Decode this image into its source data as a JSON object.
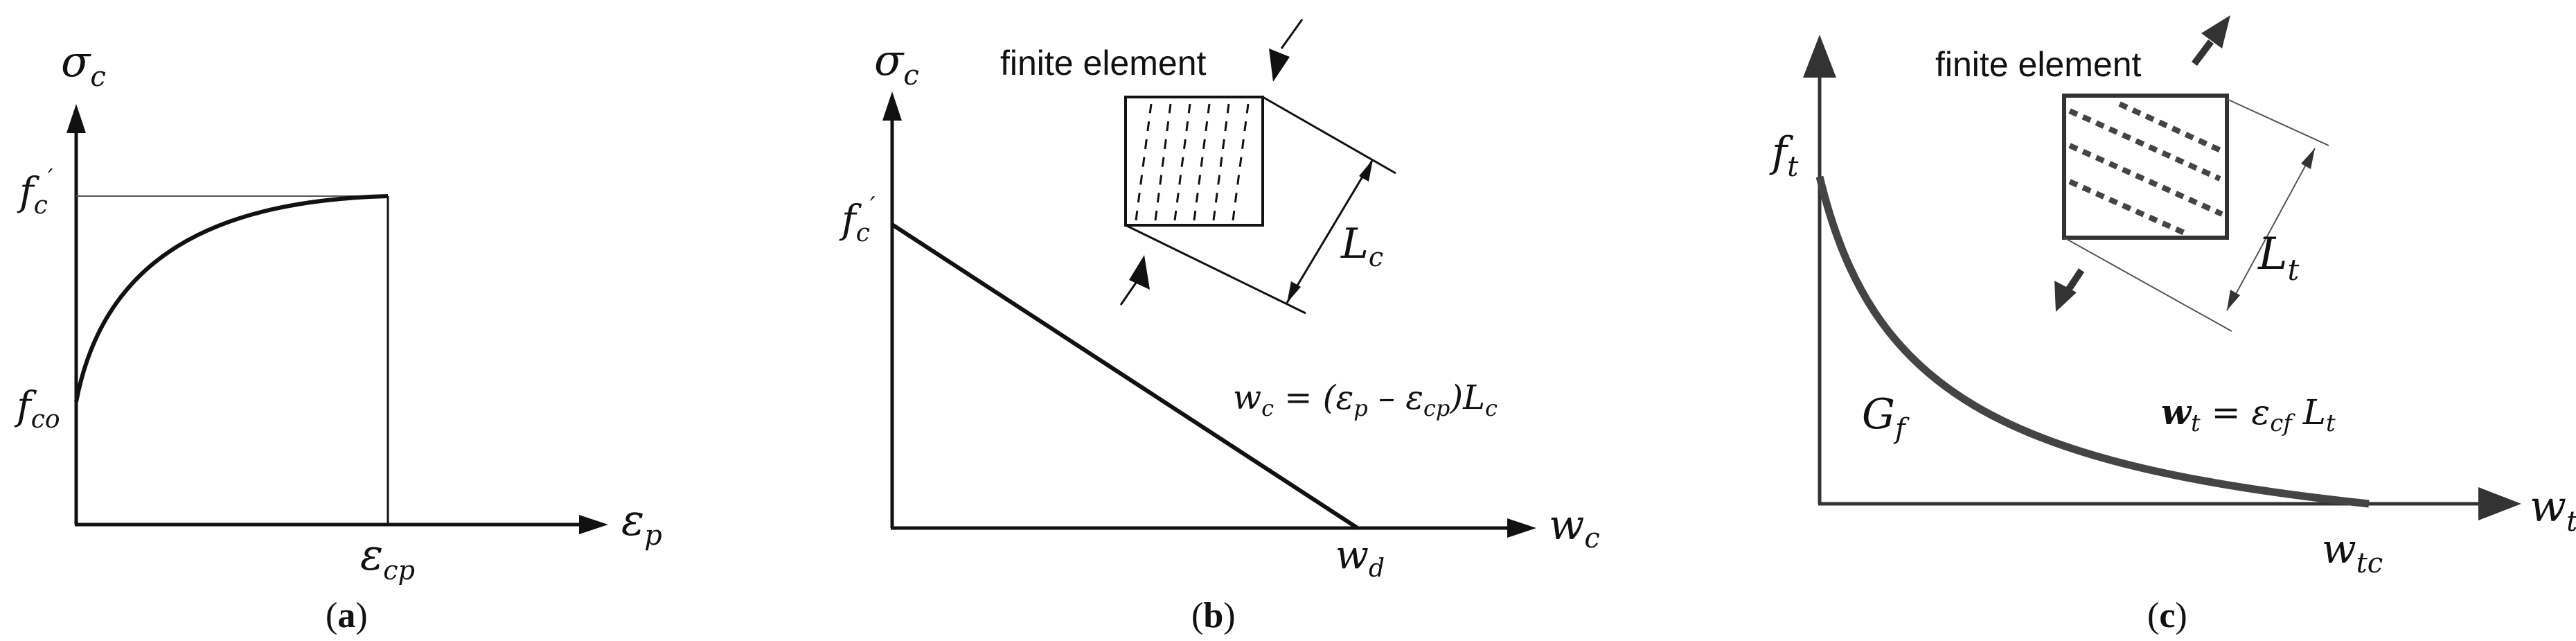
{
  "panel_a": {
    "y_label": "σ",
    "y_label_sub": "c",
    "fc_label": "f",
    "fc_sub": "c",
    "fc_sup": "′",
    "fco_label": "f",
    "fco_sub": "co",
    "x_label": "ε",
    "x_label_sub": "p",
    "ecp_label": "ε",
    "ecp_sub": "cp",
    "caption_open": "(",
    "caption_letter": "a",
    "caption_close": ")"
  },
  "panel_b": {
    "y_label": "σ",
    "y_label_sub": "c",
    "fc_label": "f",
    "fc_sub": "c",
    "fc_sup": "′",
    "fe_label": "finite element",
    "lc_label": "L",
    "lc_sub": "c",
    "eq_lhs": "w",
    "eq_lhs_sub": "c",
    "eq_rhs": " = (ε",
    "eq_p_sub": "p",
    "eq_minus": " – ε",
    "eq_cp_sub": "cp",
    "eq_tail": ")L",
    "eq_tail_sub": "c",
    "wd_label": "w",
    "wd_sub": "d",
    "x_label": "w",
    "x_label_sub": "c",
    "caption_open": "(",
    "caption_letter": "b",
    "caption_close": ")"
  },
  "panel_c": {
    "ft_label": "f",
    "ft_sub": "t",
    "fe_label": "finite element",
    "lt_label": "L",
    "lt_sub": "t",
    "gf_label": "G",
    "gf_sub": "f",
    "eq_lhs": "w",
    "eq_lhs_sub": "t",
    "eq_rhs": " = ε",
    "eq_cf_sub": "cf",
    "eq_tail": " L",
    "eq_tail_sub": "t",
    "wtc_label": "w",
    "wtc_sub": "tc",
    "x_label": "w",
    "x_label_sub": "t",
    "caption_open": "(",
    "caption_letter": "c",
    "caption_close": ")"
  }
}
